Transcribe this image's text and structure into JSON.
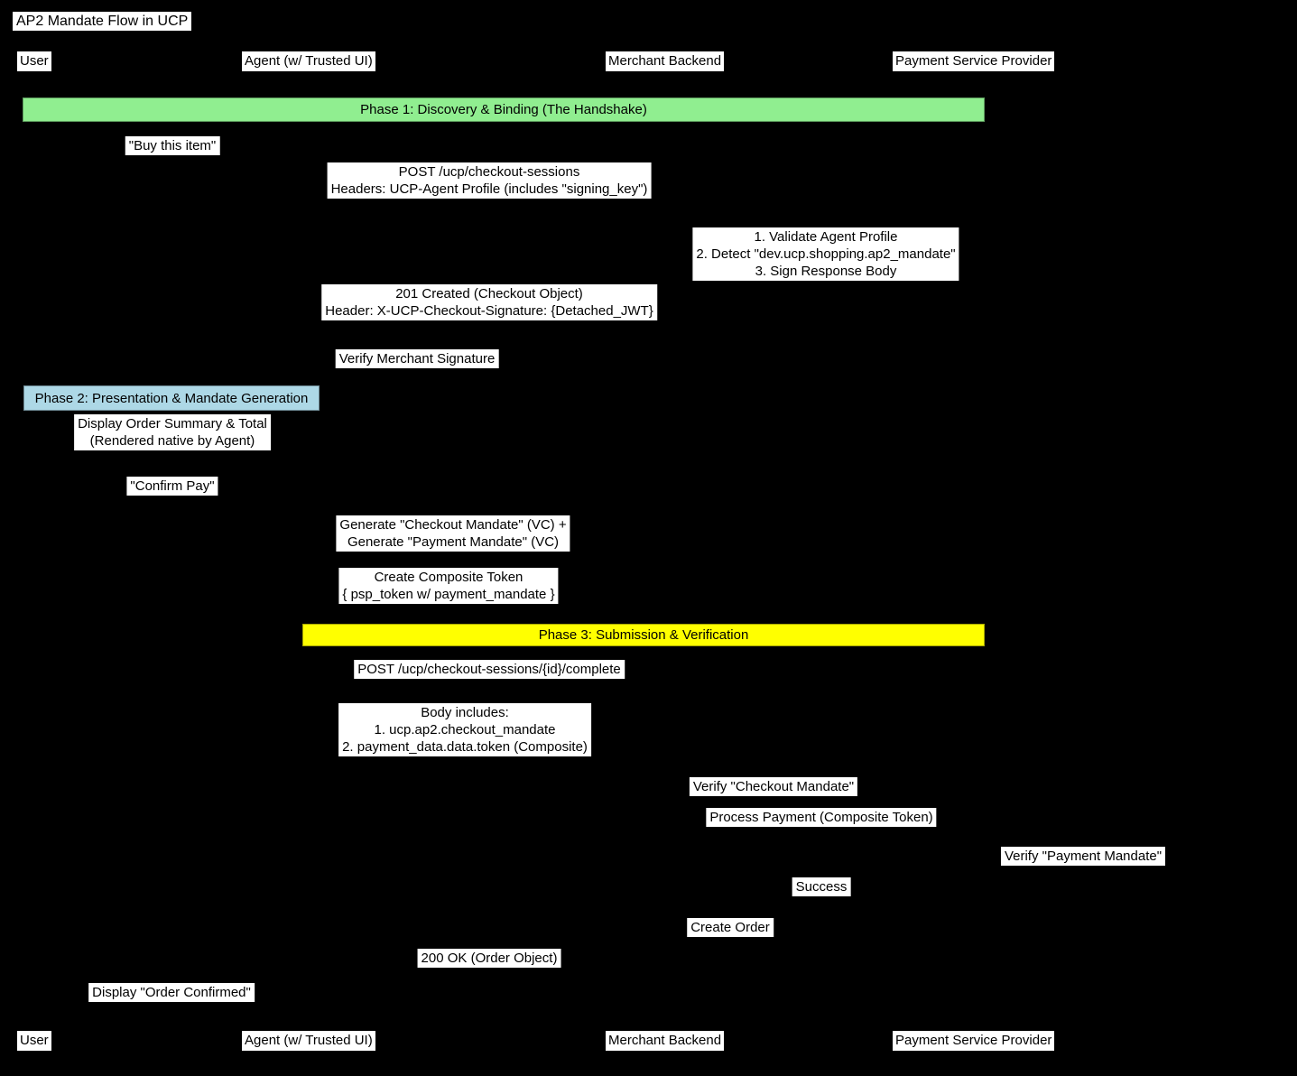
{
  "title": "AP2 Mandate Flow in UCP",
  "colors": {
    "background": "#000000",
    "label_bg": "#FFFFFF",
    "phase1": "#90EE90",
    "phase2": "#ADD8E6",
    "phase3": "#FFFF00"
  },
  "participants": [
    "User",
    "Agent (w/ Trusted UI)",
    "Merchant Backend",
    "Payment Service Provider"
  ],
  "phases": {
    "phase1": "Phase 1: Discovery & Binding (The Handshake)",
    "phase2": "Phase 2: Presentation & Mandate Generation",
    "phase3": "Phase 3: Submission & Verification"
  },
  "messages": {
    "buy_item": "\"Buy this item\"",
    "post_checkout": "POST /ucp/checkout-sessions\nHeaders: UCP-Agent Profile (includes \"signing_key\")",
    "merchant_note": "1. Validate Agent Profile\n2. Detect \"dev.ucp.shopping.ap2_mandate\"\n3. Sign Response Body",
    "created_201": "201 Created (Checkout Object)\nHeader: X-UCP-Checkout-Signature: {Detached_JWT}",
    "verify_merchant_sig": "Verify Merchant Signature",
    "display_order": "Display Order Summary & Total\n(Rendered native by Agent)",
    "confirm_pay": "\"Confirm Pay\"",
    "generate_mandates": "Generate \"Checkout Mandate\" (VC) +\nGenerate \"Payment Mandate\" (VC)",
    "composite_token": "Create Composite Token\n{ psp_token w/ payment_mandate }",
    "post_complete": "POST /ucp/checkout-sessions/{id}/complete",
    "body_includes": "Body includes:\n1. ucp.ap2.checkout_mandate\n2. payment_data.data.token (Composite)",
    "verify_checkout_mandate": "Verify \"Checkout Mandate\"",
    "process_payment": "Process Payment (Composite Token)",
    "verify_payment_mandate": "Verify \"Payment Mandate\"",
    "success": "Success",
    "create_order": "Create Order",
    "ok_200": "200 OK (Order Object)",
    "display_confirmed": "Display \"Order Confirmed\""
  }
}
